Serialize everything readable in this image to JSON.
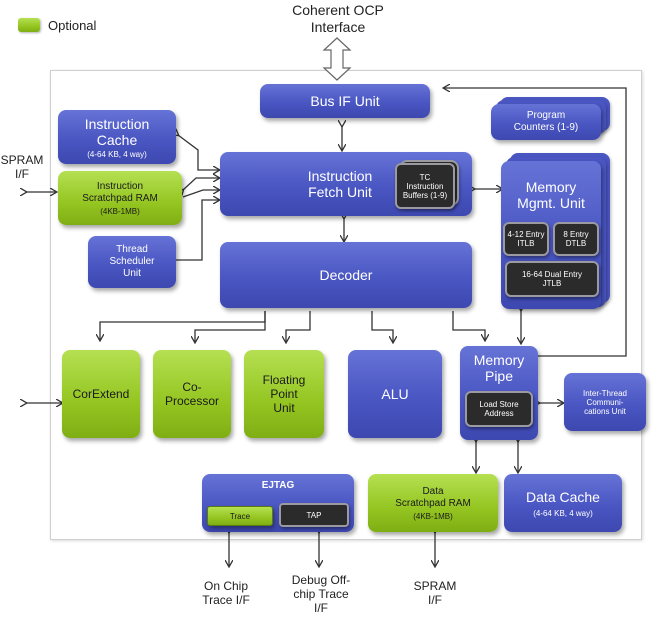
{
  "legend": {
    "label": "Optional",
    "color": "#94c521"
  },
  "external": {
    "top_interface": "Coherent OCP\nInterface",
    "spram_left": "SPRAM\nI/F",
    "on_chip_trace": "On Chip\nTrace I/F",
    "debug_trace": "Debug Off-\nchip Trace\nI/F",
    "spram_bottom": "SPRAM\nI/F"
  },
  "blocks": {
    "bus_if": "Bus IF Unit",
    "program_counters": "Program\nCounters (1-9)",
    "instruction_cache_title": "Instruction\nCache",
    "instruction_cache_sub": "(4-64 KB, 4 way)",
    "instruction_spram_title": "Instruction\nScratchpad RAM",
    "instruction_spram_sub": "(4KB-1MB)",
    "thread_scheduler": "Thread\nScheduler\nUnit",
    "ifu": "Instruction\nFetch Unit",
    "tc_buffers": "TC\nInstruction\nBuffers (1-9)",
    "mmu": "Memory\nMgmt. Unit",
    "itlb": "4-12 Entry\nITLB",
    "dtlb": "8 Entry\nDTLB",
    "jtlb": "16-64 Dual Entry\nJTLB",
    "decoder": "Decoder",
    "corextend": "CorExtend",
    "coprocessor": "Co-\nProcessor",
    "fpu": "Floating\nPoint\nUnit",
    "alu": "ALU",
    "memory_pipe": "Memory\nPipe",
    "load_store": "Load Store\nAddress",
    "inter_thread": "Inter-Thread\nCommuni-\ncations Unit",
    "ejtag": "EJTAG",
    "trace": "Trace",
    "tap": "TAP",
    "data_spram_title": "Data\nScratchpad RAM",
    "data_spram_sub": "(4KB-1MB)",
    "data_cache_title": "Data Cache",
    "data_cache_sub": "(4-64 KB, 4 way)"
  }
}
